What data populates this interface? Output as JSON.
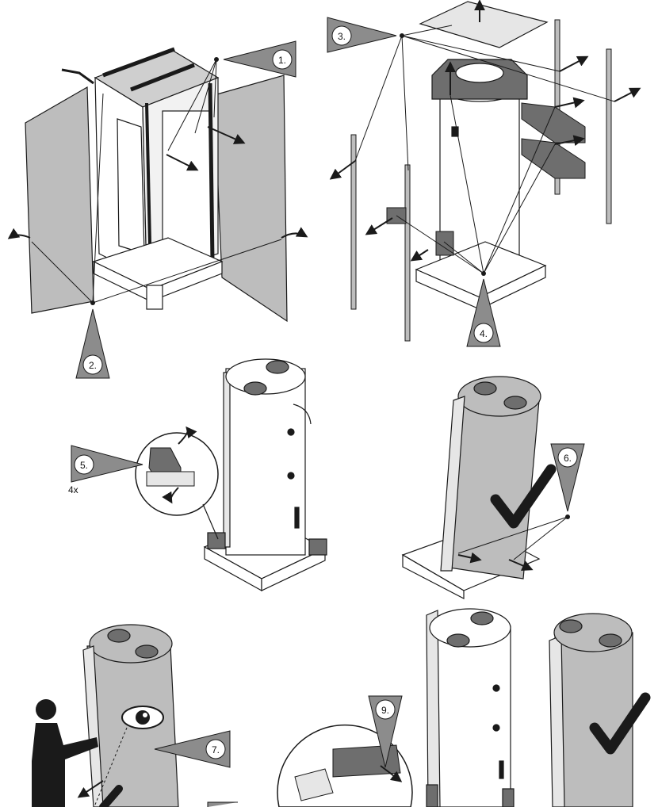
{
  "steps": {
    "s1": "1.",
    "s2": "2.",
    "s3": "3.",
    "s4": "4.",
    "s5": "5.",
    "s6": "6.",
    "s7": "7.",
    "s9": "9."
  },
  "quantity": "4x",
  "colors": {
    "panel_gray": "#bdbdbd",
    "dark_gray": "#6e6e6e",
    "badge_gray": "#8c8c8c",
    "line": "#1a1a1a",
    "white": "#ffffff"
  },
  "icons": [
    "eye-icon",
    "checkmark-icon",
    "arrow-icon",
    "person-icon"
  ]
}
